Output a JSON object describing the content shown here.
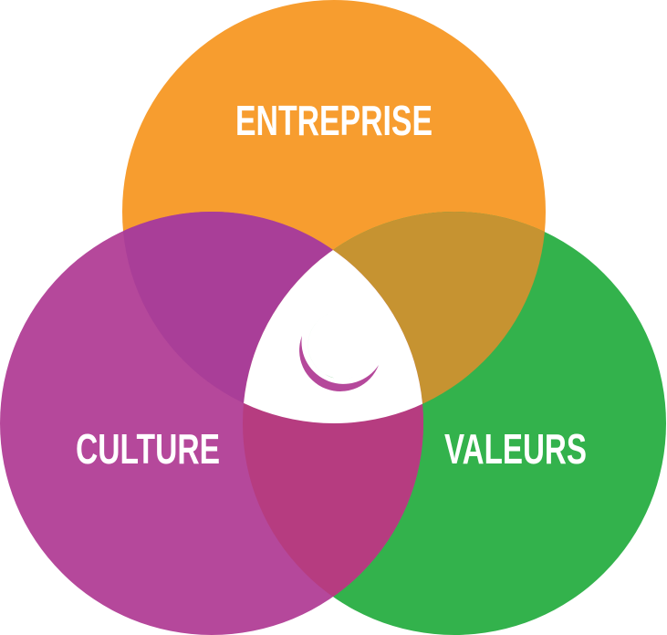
{
  "circles": [
    {
      "label": "ENTREPRISE",
      "color": "#f79d2f"
    },
    {
      "label": "CULTURE",
      "color": "#b5489b"
    },
    {
      "label": "VALEURS",
      "color": "#33b24c"
    }
  ],
  "overlaps": {
    "entreprise_culture": "#a93e98",
    "entreprise_valeurs": "#c69331",
    "culture_valeurs": "#b63c80",
    "all": "#ffffff"
  },
  "logo": {
    "name": "crescent-logo"
  }
}
